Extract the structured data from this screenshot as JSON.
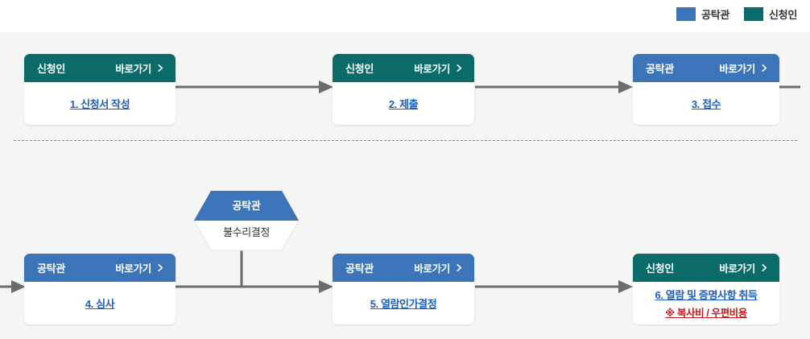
{
  "legend": {
    "items": [
      {
        "label": "공탁관",
        "color": "#3b74b8",
        "swatch": "blue-swatch"
      },
      {
        "label": "신청인",
        "color": "#0a6b68",
        "swatch": "teal-swatch"
      }
    ]
  },
  "diagram": {
    "link_label": "바로가기",
    "chevron_icon": "chevron-right-icon",
    "arrow_icon": "arrow-right-icon",
    "divider_icon": "dashed-divider",
    "colors": {
      "blue": "#3b74b8",
      "teal": "#0a6b68",
      "link": "#1b5fbe",
      "warning": "#c01a1a",
      "arrow": "#6b6b6b",
      "background": "#f5f5f5"
    },
    "steps": [
      {
        "id": "step-1",
        "role": "신청인",
        "role_color": "teal",
        "link_label": "바로가기",
        "lines": [
          {
            "text": "1. 신청서 작성",
            "style": "link"
          }
        ]
      },
      {
        "id": "step-2",
        "role": "신청인",
        "role_color": "teal",
        "link_label": "바로가기",
        "lines": [
          {
            "text": "2. 제출",
            "style": "link"
          }
        ]
      },
      {
        "id": "step-3",
        "role": "공탁관",
        "role_color": "blue",
        "link_label": "바로가기",
        "lines": [
          {
            "text": "3. 접수",
            "style": "link"
          }
        ]
      },
      {
        "id": "step-4",
        "role": "공탁관",
        "role_color": "blue",
        "link_label": "바로가기",
        "lines": [
          {
            "text": "4. 심사",
            "style": "link"
          }
        ]
      },
      {
        "id": "step-5",
        "role": "공탁관",
        "role_color": "blue",
        "link_label": "바로가기",
        "lines": [
          {
            "text": "5. 열람인가결정",
            "style": "link"
          }
        ]
      },
      {
        "id": "step-6",
        "role": "신청인",
        "role_color": "teal",
        "link_label": "바로가기",
        "lines": [
          {
            "text": "6. 열람 및 증명사항 취득",
            "style": "link"
          },
          {
            "text": "※ 복사비 / 우편비용",
            "style": "warn"
          }
        ]
      }
    ],
    "branch_node": {
      "id": "branch-rejection",
      "role": "공탁관",
      "role_color": "blue",
      "text": "불수리결정"
    }
  }
}
